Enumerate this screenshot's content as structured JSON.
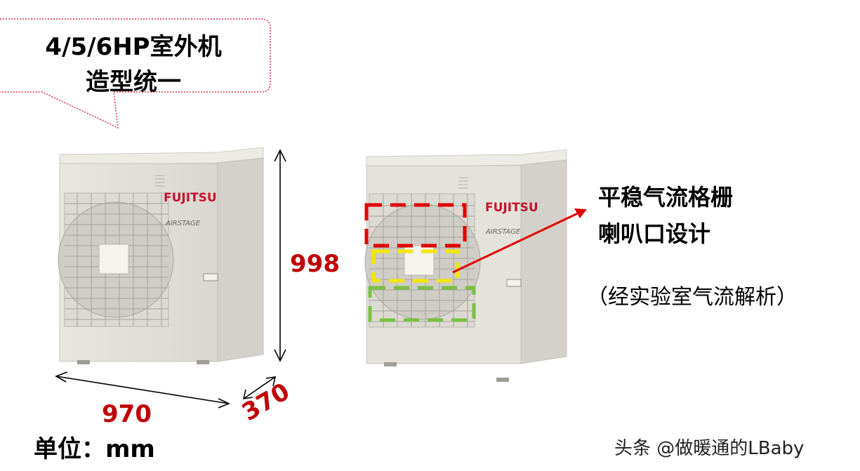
{
  "callout": {
    "line1": "4/5/6HP室外机",
    "line2": "造型统一"
  },
  "dimensions": {
    "height": "998",
    "width": "970",
    "depth": "370",
    "unit_label": "单位：mm"
  },
  "unit_left": {
    "brand": "FUJITSU",
    "series": "AIRSTAGE"
  },
  "unit_right": {
    "brand": "FUJITSU",
    "series": "AIRSTAGE"
  },
  "feature": {
    "line1": "平稳气流格栅",
    "line2": "喇叭口设计"
  },
  "note": "（经实验室气流解析）",
  "watermark": "头条 @做暖通的LBaby",
  "colors": {
    "dimension_text": "#c00000",
    "box_red": "#e00000",
    "box_yellow": "#f2e600",
    "box_green": "#7ac143",
    "arrow": "#e00000"
  }
}
